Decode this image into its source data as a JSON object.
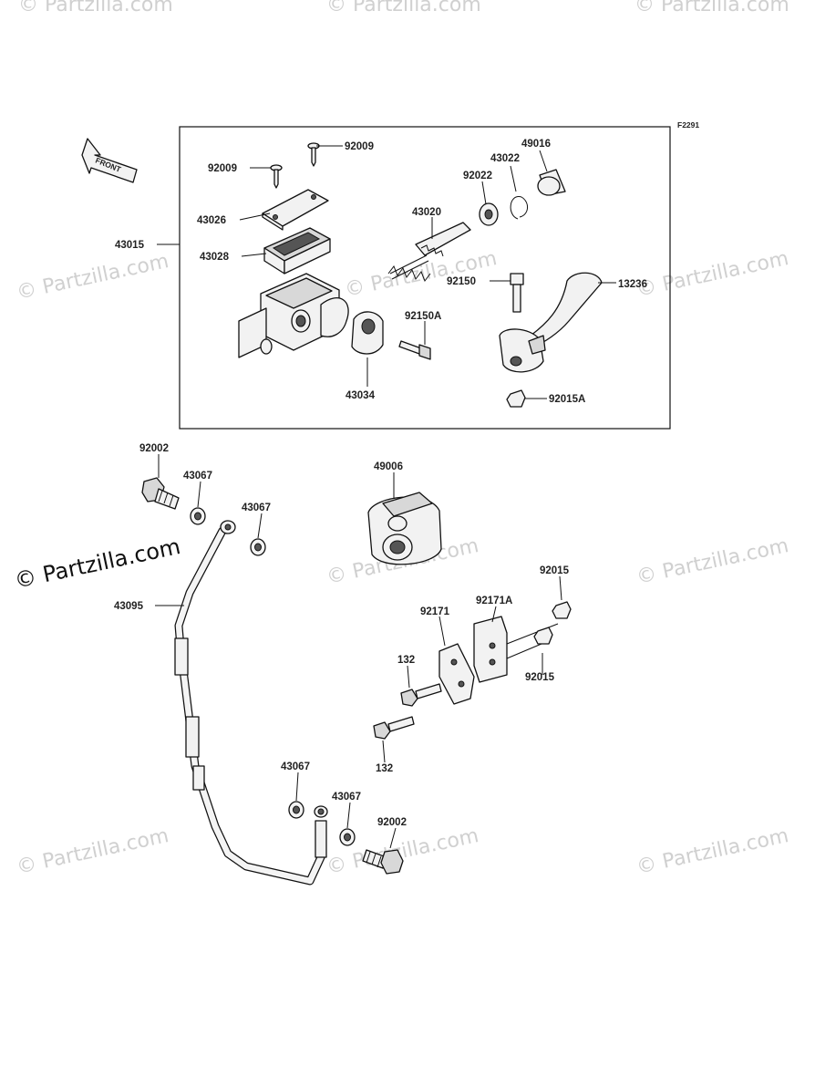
{
  "figure_ref": "F2291",
  "front_label": "FRONT",
  "watermark_text": "© Partzilla.com",
  "labels": {
    "p43015": "43015",
    "p92009a": "92009",
    "p92009b": "92009",
    "p43026": "43026",
    "p43028": "43028",
    "p43020": "43020",
    "p92022": "92022",
    "p43022": "43022",
    "p49016": "49016",
    "p92150": "92150",
    "p13236": "13236",
    "p92150A": "92150A",
    "p43034": "43034",
    "p92015A": "92015A",
    "p92002a": "92002",
    "p43067a": "43067",
    "p43067b": "43067",
    "p43095": "43095",
    "p49006": "49006",
    "p92015a": "92015",
    "p92171": "92171",
    "p92171A": "92171A",
    "p132a": "132",
    "p92015b": "92015",
    "p132b": "132",
    "p43067c": "43067",
    "p43067d": "43067",
    "p92002b": "92002"
  }
}
